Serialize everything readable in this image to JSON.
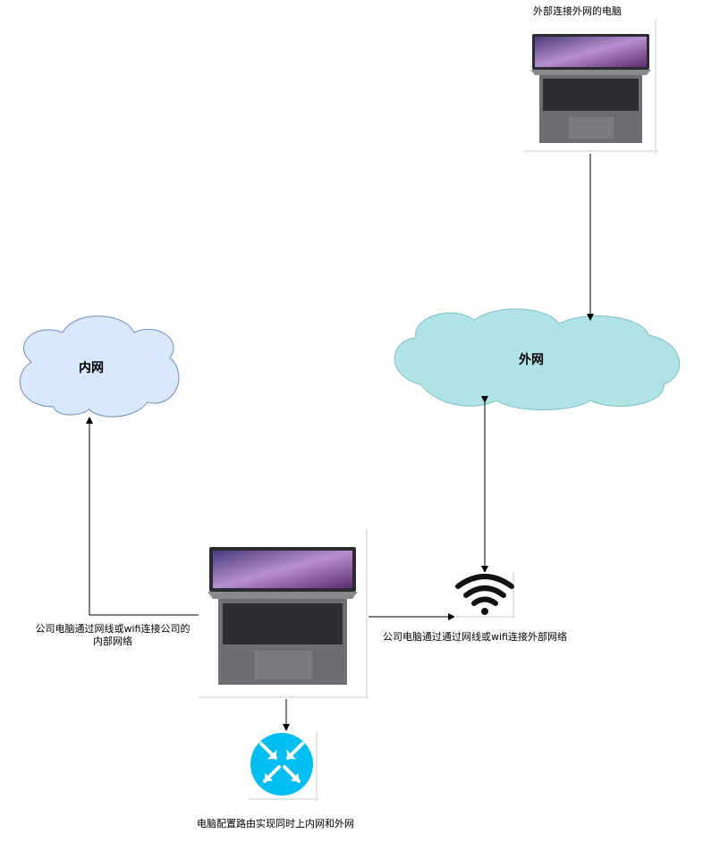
{
  "nodes": {
    "external_pc": {
      "label": "外部连接外网的电脑"
    },
    "intranet": {
      "label": "内网",
      "fill": "#dae8fc",
      "stroke": "#6c8ebf"
    },
    "internet": {
      "label": "外网",
      "fill": "#b0e3e6",
      "stroke": "#79bfc5"
    },
    "company_pc": {
      "icon": "laptop-icon"
    },
    "wifi": {
      "icon": "wifi-icon"
    },
    "router": {
      "icon": "router-icon",
      "fill": "#00bef2"
    }
  },
  "edges": {
    "to_intranet": {
      "label_line1": "公司电脑通过网线或wifi连接公司的",
      "label_line2": "内部网络"
    },
    "to_wifi": {
      "label": "公司电脑通过通过网线或wifi连接外部网络"
    },
    "to_router": {
      "label": "电脑配置路由实现同时上内网和外网"
    }
  }
}
